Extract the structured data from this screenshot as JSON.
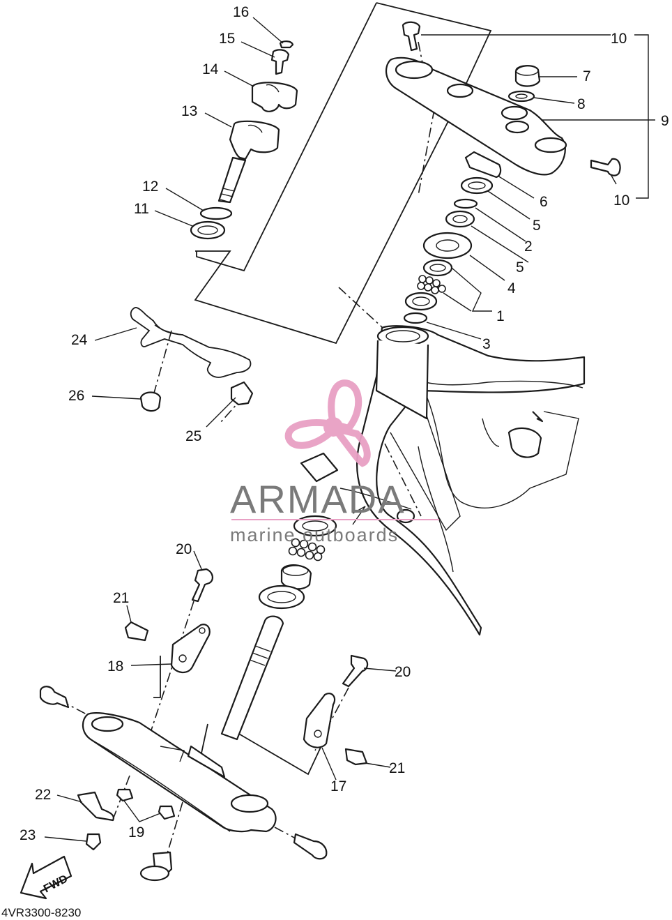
{
  "diagram_code": "4VR3300-8230",
  "fwd_label": "FWD",
  "watermark": {
    "brand": "ARMADA",
    "tagline": "marine outboards",
    "logo_color": "#e8a0c4",
    "text_color": "#7a7a7a"
  },
  "callouts": [
    "1",
    "2",
    "3",
    "4",
    "5",
    "5",
    "6",
    "7",
    "8",
    "9",
    "10",
    "10",
    "11",
    "12",
    "13",
    "14",
    "15",
    "16",
    "17",
    "18",
    "19",
    "20",
    "20",
    "21",
    "21",
    "22",
    "23",
    "24",
    "25",
    "26"
  ]
}
